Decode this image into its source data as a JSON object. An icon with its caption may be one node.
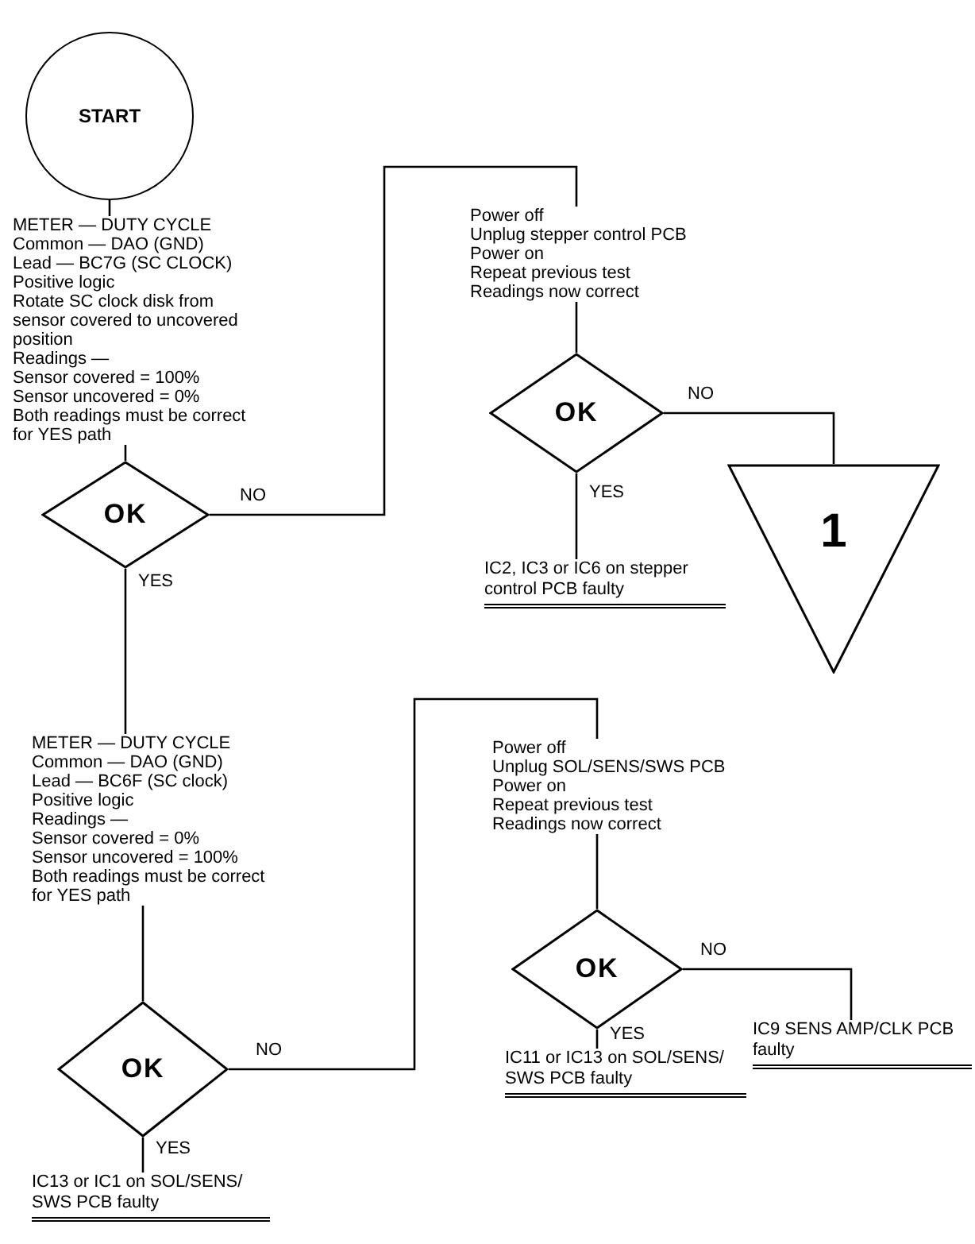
{
  "diagram": {
    "nodes": [
      {
        "text": [
          "START"
        ]
      },
      {
        "text": [
          "METER — DUTY CYCLE",
          "Common — DAO (GND)",
          "Lead — BC7G (SC CLOCK)",
          "Positive logic",
          "Rotate SC clock disk from sensor covered to uncovered position",
          "Readings —",
          "Sensor covered = 100%",
          "Sensor uncovered = 0%",
          "Both readings must be correct for YES path"
        ]
      },
      {
        "text": [
          "OK"
        ]
      },
      {
        "text": [
          "Power off",
          "Unplug stepper control PCB",
          "Power on",
          "Repeat previous test",
          "Readings now correct"
        ]
      },
      {
        "text": [
          "OK"
        ]
      },
      {
        "text": [
          "1"
        ]
      },
      {
        "text": [
          "IC2, IC3 or IC6 on stepper control PCB faulty"
        ]
      },
      {
        "text": [
          "METER — DUTY CYCLE",
          "Common — DAO (GND)",
          "Lead — BC6F (SC clock)",
          "Positive logic",
          "Readings —",
          "Sensor covered = 0%",
          "Sensor uncovered = 100%",
          "Both readings must be correct for YES path"
        ]
      },
      {
        "text": [
          "OK"
        ]
      },
      {
        "text": [
          "Power off",
          "Unplug SOL/SENS/SWS PCB",
          "Power on",
          "Repeat previous test",
          "Readings now correct"
        ]
      },
      {
        "text": [
          "OK"
        ]
      },
      {
        "text": [
          "IC9 SENS AMP/CLK PCB faulty"
        ]
      },
      {
        "text": [
          "IC11 or IC13 on SOL/SENS/ SWS PCB faulty"
        ]
      },
      {
        "text": [
          "IC13 or IC1 on SOL/SENS/ SWS PCB faulty"
        ]
      }
    ],
    "edges": [
      {
        "from": 0,
        "to": 1,
        "arrow": "none"
      },
      {
        "from": 1,
        "to": 2,
        "arrow": "none"
      },
      {
        "from": 2,
        "to": 3,
        "arrow": "none",
        "label": "NO"
      },
      {
        "from": 2,
        "to": 7,
        "arrow": "none",
        "label": "YES"
      },
      {
        "from": 3,
        "to": 4,
        "arrow": "none"
      },
      {
        "from": 4,
        "to": 5,
        "arrow": "none",
        "label": "NO"
      },
      {
        "from": 4,
        "to": 6,
        "arrow": "none",
        "label": "YES"
      },
      {
        "from": 7,
        "to": 8,
        "arrow": "none"
      },
      {
        "from": 8,
        "to": 9,
        "arrow": "none",
        "label": "NO"
      },
      {
        "from": 8,
        "to": 13,
        "arrow": "none",
        "label": "YES"
      },
      {
        "from": 9,
        "to": 10,
        "arrow": "none"
      },
      {
        "from": 10,
        "to": 11,
        "arrow": "none",
        "label": "NO"
      },
      {
        "from": 10,
        "to": 12,
        "arrow": "none",
        "label": "YES"
      }
    ]
  }
}
